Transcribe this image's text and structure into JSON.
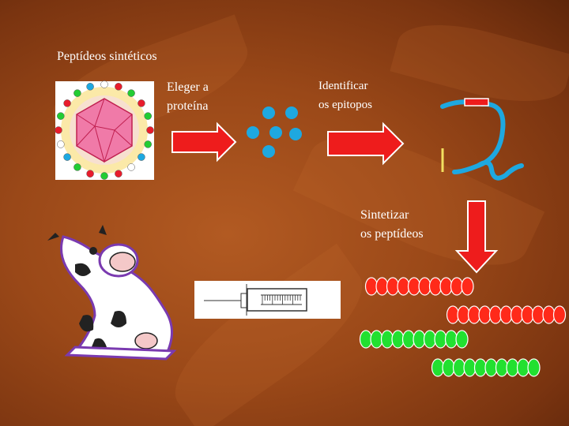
{
  "labels": {
    "title": "Peptídeos sintéticos",
    "step1": "Eleger a\nproteína",
    "step2": "Identificar\nos epitopos",
    "step3": "Sintetizar\nos peptídeos"
  },
  "colors": {
    "arrow_fill": "#ee1c1c",
    "arrow_stroke": "#ffffff",
    "epitope_blue": "#1ea8e0",
    "bead_red": "#ff2a1a",
    "bead_green": "#22e030"
  },
  "bead_chains": [
    {
      "color": "red",
      "count": 10
    },
    {
      "color": "red",
      "count": 11
    },
    {
      "color": "green",
      "count": 10
    },
    {
      "color": "green",
      "count": 10
    }
  ],
  "icons": [
    "virus-icon",
    "cow-icon",
    "syringe-icon",
    "peptide-strand-icon"
  ]
}
